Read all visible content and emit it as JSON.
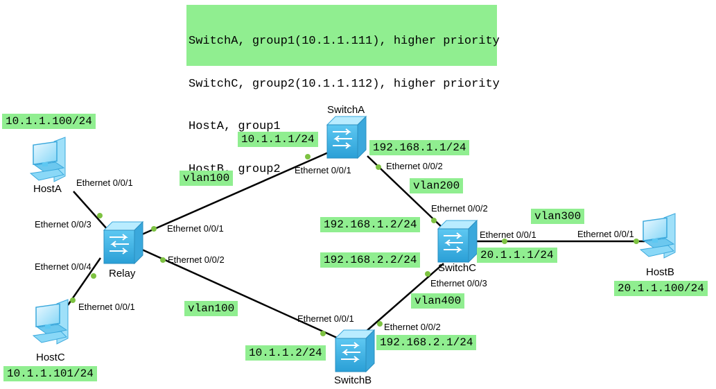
{
  "legend_lines": [
    "SwitchA, group1(10.1.1.111), higher priority",
    "SwitchC, group2(10.1.1.112), higher priority",
    "HostA, group1",
    "HostB, group2"
  ],
  "devices": {
    "hosta": "HostA",
    "hostb": "HostB",
    "hostc": "HostC",
    "relay": "Relay",
    "switcha": "SwitchA",
    "switchb": "SwitchB",
    "switchc": "SwitchC"
  },
  "addresses": {
    "hosta_ip": "10.1.1.100/24",
    "hostc_ip": "10.1.1.101/24",
    "hostb_ip": "20.1.1.100/24",
    "switcha_vlan100_ip": "10.1.1.1/24",
    "switcha_vlan200_ip": "192.168.1.1/24",
    "switchb_vlan100_ip": "10.1.1.2/24",
    "switchb_vlan400_ip": "192.168.2.1/24",
    "switchc_vlan200_ip": "192.168.1.2/24",
    "switchc_vlan400_ip": "192.168.2.2/24",
    "switchc_vlan300_ip": "20.1.1.1/24"
  },
  "vlans": {
    "relay_switcha": "vlan100",
    "relay_switchb": "vlan100",
    "switcha_switchc": "vlan200",
    "switchc_hostb": "vlan300",
    "switchb_switchc": "vlan400"
  },
  "ports": {
    "hosta_p": "Ethernet 0/0/1",
    "relay_p3": "Ethernet 0/0/3",
    "relay_p4": "Ethernet 0/0/4",
    "hostc_p": "Ethernet 0/0/1",
    "relay_p1": "Ethernet 0/0/1",
    "relay_p2": "Ethernet 0/0/2",
    "switcha_p1": "Ethernet 0/0/1",
    "switcha_p2": "Ethernet 0/0/2",
    "switchc_p2": "Ethernet 0/0/2",
    "switchc_p1": "Ethernet 0/0/1",
    "switchc_p3": "Ethernet 0/0/3",
    "hostb_p": "Ethernet 0/0/1",
    "switchb_p1": "Ethernet 0/0/1",
    "switchb_p2": "Ethernet 0/0/2"
  },
  "colors": {
    "tag_bg": "#90ee90",
    "port_dot": "#7dc241",
    "device_blue": "#5ec8f2",
    "device_dark": "#2a9fd6",
    "link": "#000000"
  }
}
